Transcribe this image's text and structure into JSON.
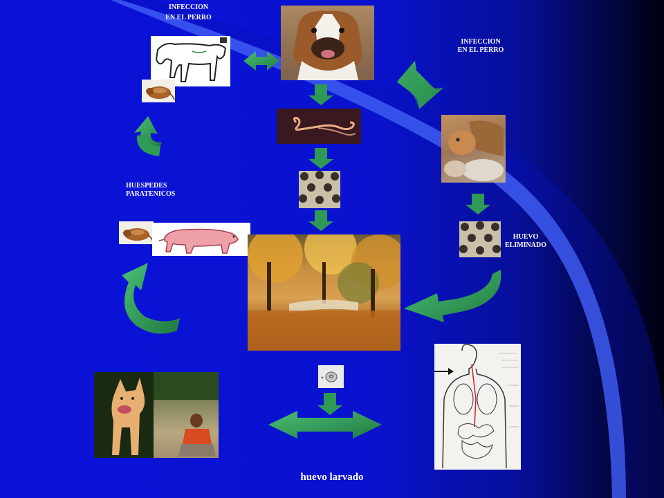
{
  "labels": {
    "infection_top_left": [
      "INFECCION",
      "EN EL PERRO"
    ],
    "infection_top_right": [
      "INFECCION",
      "EN EL PERRO"
    ],
    "paratenic_hosts": [
      "HUESPEDES",
      "PARATENICOS"
    ],
    "egg_eliminated": [
      "HUEVO",
      "ELIMINADO"
    ],
    "bottom_caption": "huevo  larvado"
  },
  "images": [
    {
      "id": "dog-drawing",
      "icon": "dog-sketch-icon"
    },
    {
      "id": "rodent-top",
      "icon": "rodent-icon"
    },
    {
      "id": "boxer-dog",
      "icon": "boxer-dog-photo"
    },
    {
      "id": "adult-worm",
      "icon": "worm-icon"
    },
    {
      "id": "eggs-1",
      "icon": "egg-pattern-icon"
    },
    {
      "id": "puppies-mother",
      "icon": "puppies-photo"
    },
    {
      "id": "eggs-2",
      "icon": "egg-pattern-icon"
    },
    {
      "id": "rodent-mid",
      "icon": "rodent-icon"
    },
    {
      "id": "pig-drawing",
      "icon": "pig-icon"
    },
    {
      "id": "autumn-park",
      "icon": "park-photo"
    },
    {
      "id": "larvated-egg",
      "icon": "egg-icon"
    },
    {
      "id": "dog-child",
      "icon": "dog-child-photo"
    },
    {
      "id": "human-anatomy",
      "icon": "anatomy-sketch"
    }
  ],
  "colors": {
    "background": "#0a12d8",
    "arrow": "#2e9a55",
    "arrow_light": "#4bbf76",
    "white": "#ffffff",
    "swoosh": "#4a64f0"
  }
}
